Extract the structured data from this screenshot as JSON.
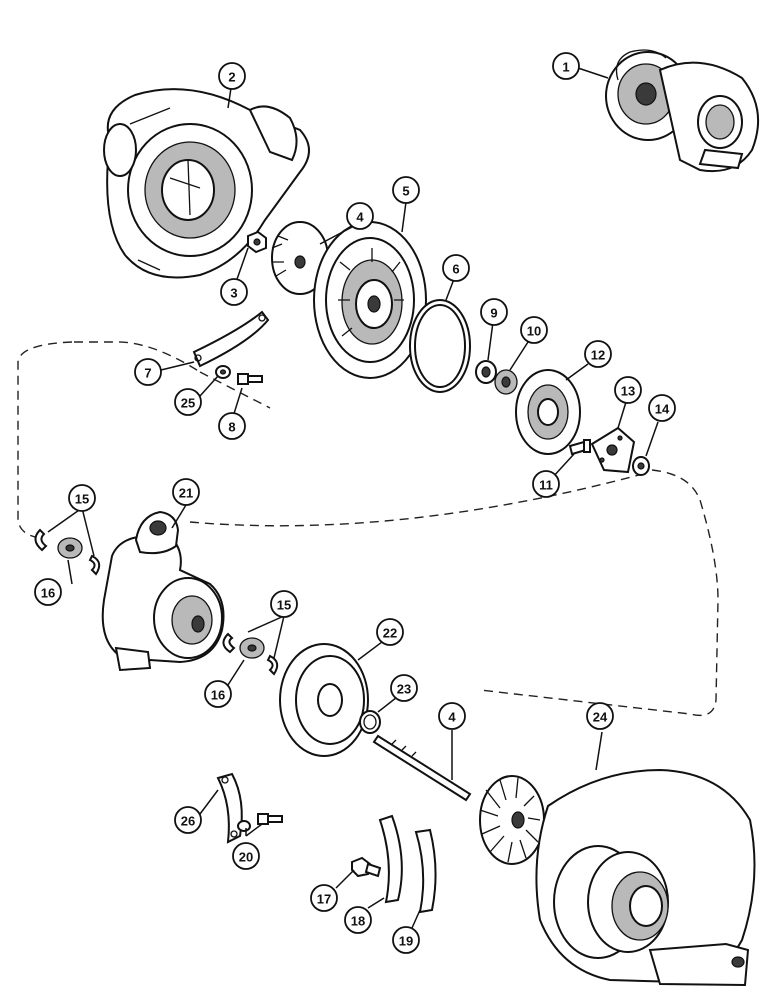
{
  "callouts": [
    {
      "id": "c1",
      "label": "1"
    },
    {
      "id": "c2",
      "label": "2"
    },
    {
      "id": "c3",
      "label": "3"
    },
    {
      "id": "c4a",
      "label": "4"
    },
    {
      "id": "c5",
      "label": "5"
    },
    {
      "id": "c6",
      "label": "6"
    },
    {
      "id": "c7",
      "label": "7"
    },
    {
      "id": "c8",
      "label": "8"
    },
    {
      "id": "c9",
      "label": "9"
    },
    {
      "id": "c10",
      "label": "10"
    },
    {
      "id": "c11",
      "label": "11"
    },
    {
      "id": "c12",
      "label": "12"
    },
    {
      "id": "c13",
      "label": "13"
    },
    {
      "id": "c14",
      "label": "14"
    },
    {
      "id": "c15a",
      "label": "15"
    },
    {
      "id": "c15b",
      "label": "15"
    },
    {
      "id": "c16a",
      "label": "16"
    },
    {
      "id": "c16b",
      "label": "16"
    },
    {
      "id": "c17",
      "label": "17"
    },
    {
      "id": "c18",
      "label": "18"
    },
    {
      "id": "c19",
      "label": "19"
    },
    {
      "id": "c20",
      "label": "20"
    },
    {
      "id": "c21",
      "label": "21"
    },
    {
      "id": "c22",
      "label": "22"
    },
    {
      "id": "c23",
      "label": "23"
    },
    {
      "id": "c4b",
      "label": "4"
    },
    {
      "id": "c24",
      "label": "24"
    },
    {
      "id": "c25",
      "label": "25"
    },
    {
      "id": "c26",
      "label": "26"
    }
  ],
  "colors": {
    "ink": "#111111",
    "paper": "#ffffff",
    "shade": "#b9b9b9"
  }
}
